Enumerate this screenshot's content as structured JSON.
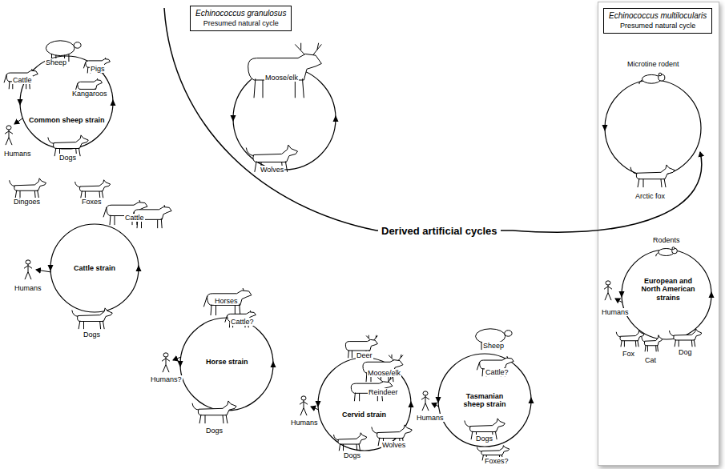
{
  "diagram": {
    "nodes": [
      {
        "text": [
          "Echinococcus granulosus",
          "Presumed natural cycle"
        ]
      },
      {
        "text": [
          "Echinococcus multilocularis",
          "Presumed natural cycle"
        ]
      }
    ],
    "labels": [
      "Moose/elk",
      "Wolves",
      "Microtine rodent",
      "Arctic fox",
      "Derived artificial cycles",
      "Sheep",
      "Cattle",
      "Pigs",
      "Kangaroos",
      "Common sheep strain",
      "Humans",
      "Dogs",
      "Dingoes",
      "Foxes",
      "Cattle",
      "Cattle strain",
      "Humans",
      "Dogs",
      "Horses",
      "Cattle?",
      "Horse strain",
      "Humans?",
      "Dogs",
      "Deer",
      "Moose/elk",
      "Reindeer",
      "Cervid strain",
      "Humans",
      "Wolves",
      "Dogs",
      "Sheep",
      "Cattle?",
      "Tasmanian sheep strain",
      "Humans",
      "Dogs",
      "Foxes?",
      "Rodents",
      "European and North American strains",
      "Humans",
      "Fox",
      "Cat",
      "Dog"
    ]
  }
}
